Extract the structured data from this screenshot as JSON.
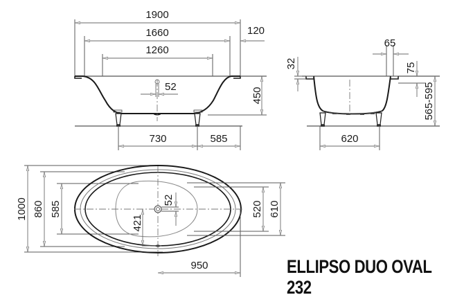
{
  "product": {
    "name": "ELLIPSO DUO OVAL",
    "model_number": "232"
  },
  "side_view": {
    "dimensions": {
      "overall_length": "1900",
      "inner_length_top": "1660",
      "inner_length_bottom": "1260",
      "rim_overhang": "120",
      "drain_diameter": "52",
      "height": "450",
      "feet_spacing": "730",
      "feet_to_end": "585"
    }
  },
  "end_view": {
    "dimensions": {
      "rim_width": "65",
      "rim_thickness": "32",
      "rim_drop": "75",
      "total_height": "565-595",
      "feet_spacing": "620"
    }
  },
  "top_view": {
    "dimensions": {
      "overall_width": "1000",
      "inner_width": "860",
      "basin_width": "585",
      "drain_diameter": "52",
      "drain_offset": "421",
      "half_length": "950",
      "inner_basin_right": "520",
      "rim_right": "610"
    }
  }
}
